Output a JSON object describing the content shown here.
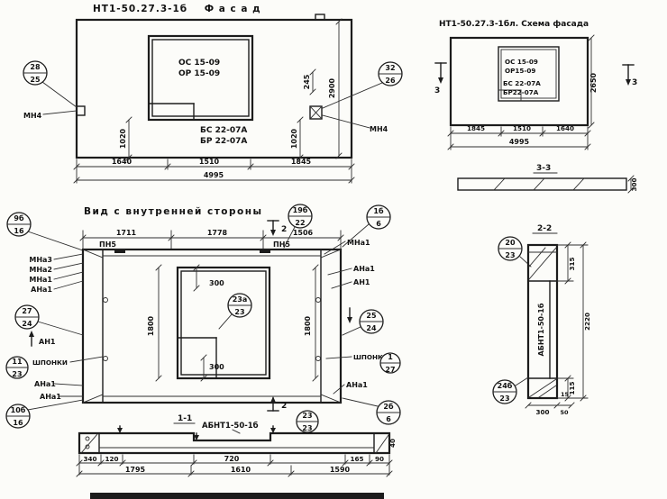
{
  "facade": {
    "title": "НТ1-50.27.3-1б    Ф а с а д",
    "window_label_top": "ОС 15-09",
    "window_label_bottom": "ОР 15-09",
    "under_window_top": "БС 22-07А",
    "under_window_bottom": "БР 22-07А",
    "anchor_left": "МН4",
    "anchor_right": "МН4",
    "tag_left_top": "28",
    "tag_left_bottom": "25",
    "tag_right_top": "32",
    "tag_right_bottom": "26",
    "dim_245": "245",
    "dim_2900": "2900",
    "dim_1020_left": "1020",
    "dim_1020_right": "1020",
    "dim_seg_1": "1640",
    "dim_seg_2": "1510",
    "dim_seg_3": "1845",
    "dim_total": "4995"
  },
  "schema": {
    "title": "НТ1-50.27.3-1бл. Схема фасада",
    "win_label_1": "ОС 15-09",
    "win_label_2": "ОР15-09",
    "win_label_3": "БС 22-07А",
    "win_label_4": "БР22-07А",
    "marker_left": "3",
    "marker_right": "3",
    "dim_height": "2650",
    "dim_seg_1": "1845",
    "dim_seg_2": "1510",
    "dim_seg_3": "1640",
    "dim_total": "4995",
    "section_title": "3-3",
    "dim_thickness": "300"
  },
  "inner": {
    "title": "Вид с внутренней стороны",
    "tag_9b_top": "9б",
    "tag_9b_bottom": "16",
    "tag_19b_top": "19б",
    "tag_19b_bottom": "22",
    "marker_top": "2",
    "marker_bottom": "2",
    "dim_seg_1": "1711",
    "dim_seg_2": "1778",
    "dim_seg_3": "1506",
    "pn5_left": "ПН5",
    "pn5_right": "ПН5",
    "tag_1b_top": "1б",
    "tag_1b_bottom": "6",
    "mna1_right": "МНа1",
    "ana1_right": "АНа1",
    "an1_right": "АН1",
    "mna3_left": "МНа3",
    "mna2_left": "МНа2",
    "mna1_left": "МНа1",
    "ana1_left": "АНа1",
    "tag_27_top": "27",
    "tag_27_bottom": "24",
    "an1_left": "АН1",
    "tag_11_top": "11",
    "tag_11_bottom": "23",
    "shponki_left": "ШПОНКИ",
    "shponki_right": "ШПОНКИ",
    "ana1_left_b1": "АНа1",
    "ana1_left_b2": "АНа1",
    "tag_10b_top": "10б",
    "tag_10b_bottom": "16",
    "tag_23a_top": "23а",
    "tag_23a_bottom": "23",
    "dim_300_top": "300",
    "dim_300_bottom": "300",
    "dim_1800_left": "1800",
    "dim_1800_right": "1800",
    "tag_25_top": "25",
    "tag_25_bottom": "24",
    "tag_127_top": "1",
    "tag_127_bottom": "27",
    "ana1_right_bottom": "АНа1",
    "tag_2b_top": "2б",
    "tag_2b_bottom": "6",
    "tag_23_top": "23",
    "tag_23_bottom": "23"
  },
  "section11": {
    "title": "1-1",
    "label": "АБНТ1-50-1б",
    "dim_40": "40",
    "dim_340": "340",
    "dim_120": "120",
    "dim_720": "720",
    "dim_165": "165",
    "dim_90": "90",
    "dim_1795": "1795",
    "dim_1610": "1610",
    "dim_1590": "1590"
  },
  "section22": {
    "title": "2-2",
    "label": "АБНТ1-50-1б",
    "tag_20_top": "20",
    "tag_20_bottom": "23",
    "tag_24b_top": "24б",
    "tag_24b_bottom": "23",
    "dim_315": "315",
    "dim_2220": "2220",
    "dim_115": "115",
    "dim_15": "15",
    "dim_300": "300",
    "dim_50": "50"
  }
}
